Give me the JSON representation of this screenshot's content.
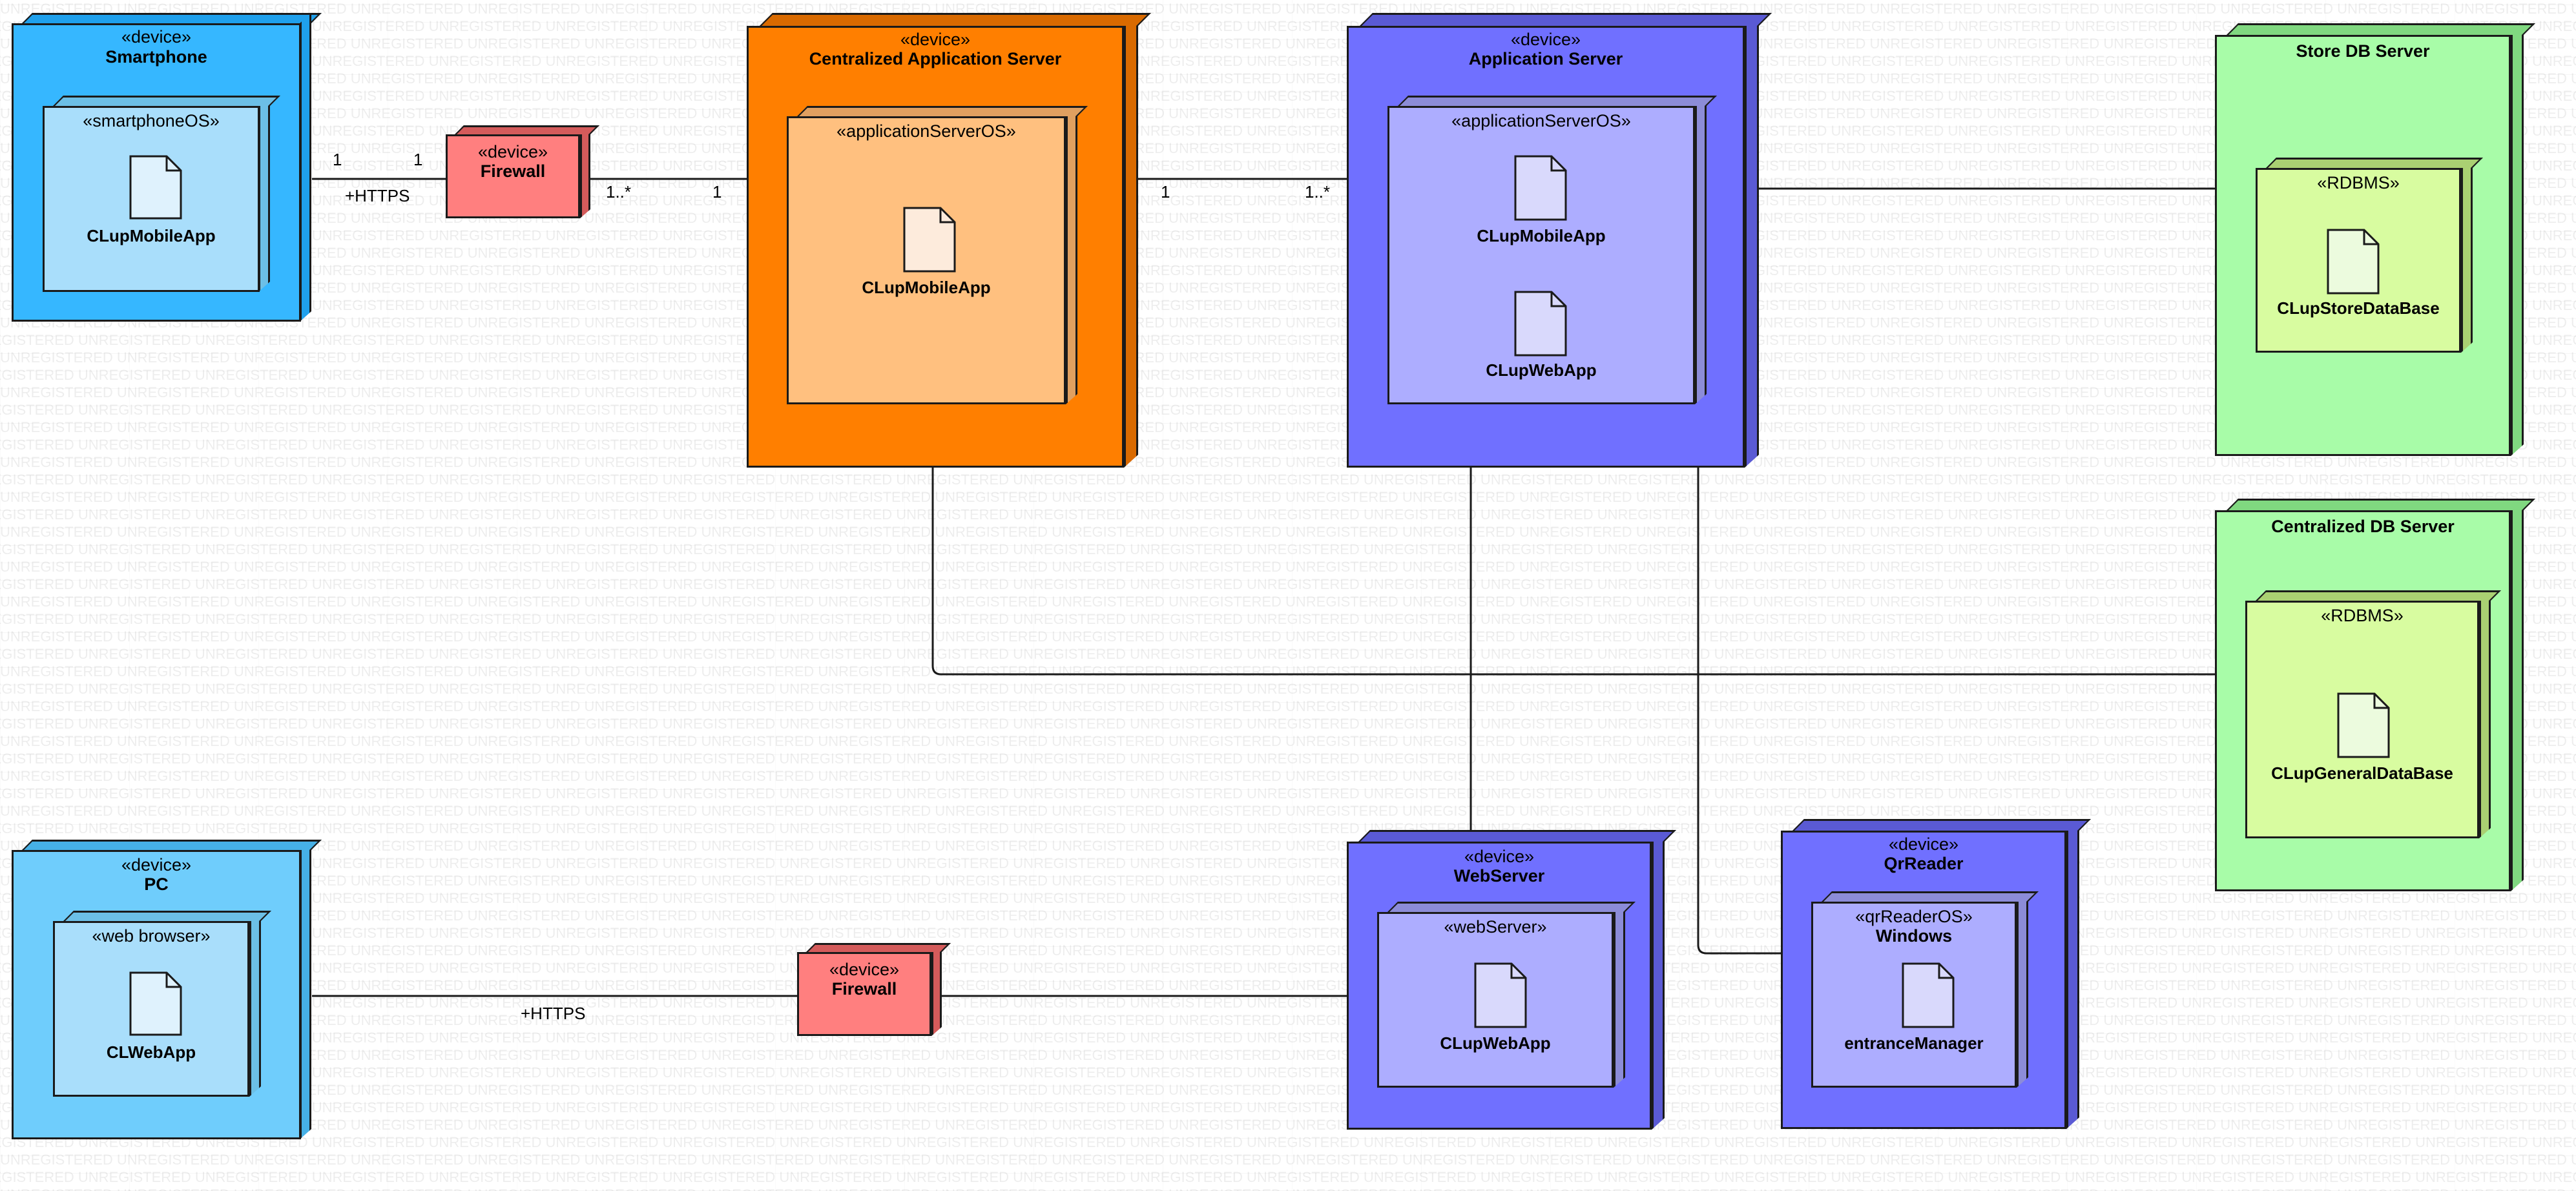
{
  "watermark": "UNREGISTERED",
  "colors": {
    "device_blue": "#36b7ff",
    "device_blue_inner": "#a9defb",
    "pc_blue": "#6fcdfc",
    "orange": "#ff7f00",
    "orange_inner": "#ffc07f",
    "purple": "#7070ff",
    "purple_inner": "#adadff",
    "green": "#a8fca8",
    "green_inner": "#d8fca0",
    "firewall_red": "#ff7f7f",
    "doc_fill": "#e6f4ff"
  },
  "nodes": {
    "smartphone": {
      "stereotype": "«device»",
      "name": "Smartphone"
    },
    "smartphone_os": {
      "stereotype": "«smartphoneOS»",
      "artifact": "CLupMobileApp"
    },
    "firewall_top": {
      "stereotype": "«device»",
      "name": "Firewall"
    },
    "central_app_server": {
      "stereotype": "«device»",
      "name": "Centralized Application Server"
    },
    "central_app_os": {
      "stereotype": "«applicationServerOS»",
      "artifact": "CLupMobileApp"
    },
    "app_server": {
      "stereotype": "«device»",
      "name": "Application Server"
    },
    "app_server_os": {
      "stereotype": "«applicationServerOS»",
      "artifact1": "CLupMobileApp",
      "artifact2": "CLupWebApp"
    },
    "store_db_server": {
      "name": "Store DB Server"
    },
    "store_rdbms": {
      "stereotype": "«RDBMS»",
      "artifact": "CLupStoreDataBase"
    },
    "central_db_server": {
      "name": "Centralized DB Server"
    },
    "central_rdbms": {
      "stereotype": "«RDBMS»",
      "artifact": "CLupGeneralDataBase"
    },
    "pc": {
      "stereotype": "«device»",
      "name": "PC"
    },
    "pc_browser": {
      "stereotype": "«web browser»",
      "artifact": "CLWebApp"
    },
    "firewall_bottom": {
      "stereotype": "«device»",
      "name": "Firewall"
    },
    "web_server": {
      "stereotype": "«device»",
      "name": "WebServer"
    },
    "web_server_inner": {
      "stereotype": "«webServer»",
      "artifact": "CLupWebApp"
    },
    "qr_reader": {
      "stereotype": "«device»",
      "name": "QrReader"
    },
    "qr_reader_os": {
      "stereotype": "«qrReaderOS»",
      "name": "Windows",
      "artifact": "entranceManager"
    }
  },
  "connections": {
    "phone_fw_left": "1",
    "phone_fw_right": "1",
    "phone_fw_protocol": "+HTTPS",
    "fw_central_left": "1..*",
    "fw_central_right": "1",
    "central_app_left": "1",
    "central_app_right": "1..*",
    "pc_fw_protocol": "+HTTPS"
  }
}
